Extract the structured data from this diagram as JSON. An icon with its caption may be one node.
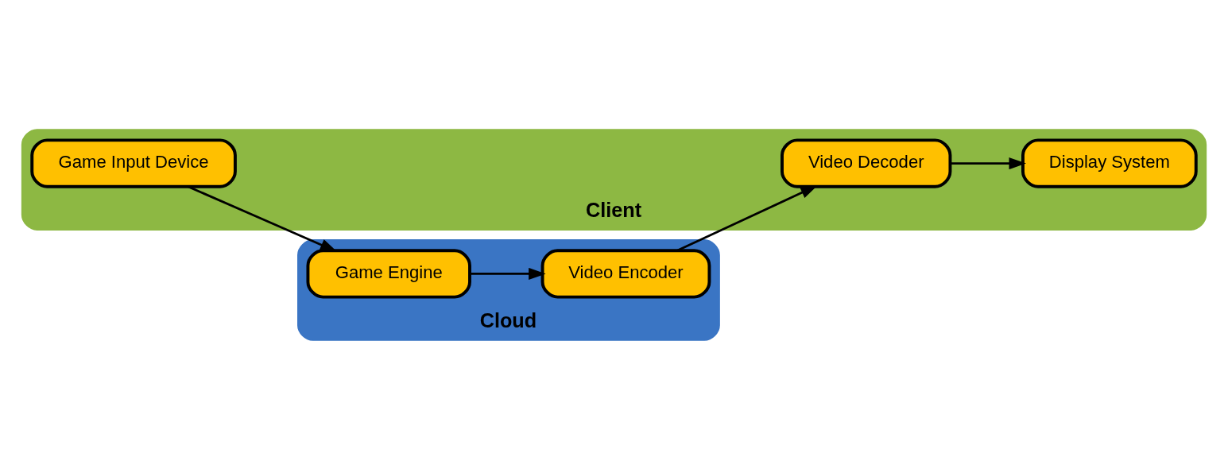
{
  "diagram": {
    "nodes": [
      {
        "text": [
          "Cloud"
        ]
      },
      {
        "text": [
          "Video Encoder"
        ],
        "in": 0
      },
      {
        "text": [
          "Game Engine"
        ],
        "in": 0
      },
      {
        "text": [
          "Client"
        ]
      },
      {
        "text": [
          "Video Decoder"
        ],
        "in": 3
      },
      {
        "text": [
          "Display System"
        ],
        "in": 3
      },
      {
        "text": [
          "Game Input Device"
        ],
        "in": 3
      }
    ],
    "edges": [
      {
        "from": 2,
        "to": 1,
        "arrow": "to"
      },
      {
        "from": 1,
        "to": 4,
        "arrow": "to"
      },
      {
        "from": 4,
        "to": 5,
        "arrow": "to"
      },
      {
        "from": 6,
        "to": 2,
        "arrow": "to"
      }
    ]
  }
}
